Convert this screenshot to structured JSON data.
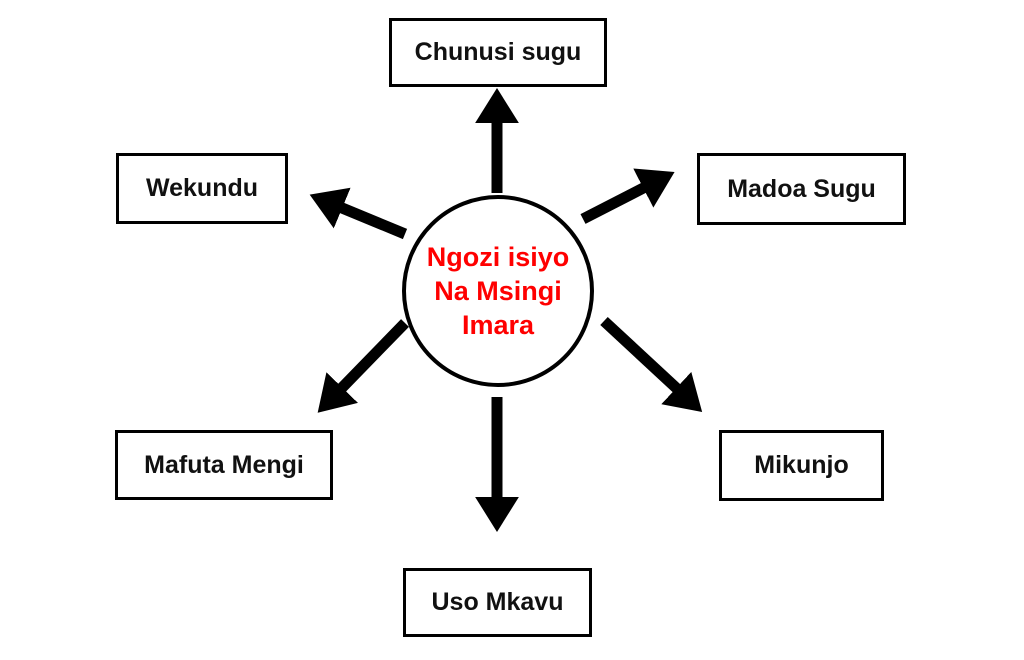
{
  "center": {
    "lines": [
      "Ngozi isiyo",
      "Na Msingi",
      "Imara"
    ],
    "color": "#ff0000"
  },
  "nodes": {
    "top": "Chunusi sugu",
    "top_left": "Wekundu",
    "top_right": "Madoa Sugu",
    "bottom_left": "Mafuta Mengi",
    "bottom_right": "Mikunjo",
    "bottom": "Uso Mkavu"
  }
}
